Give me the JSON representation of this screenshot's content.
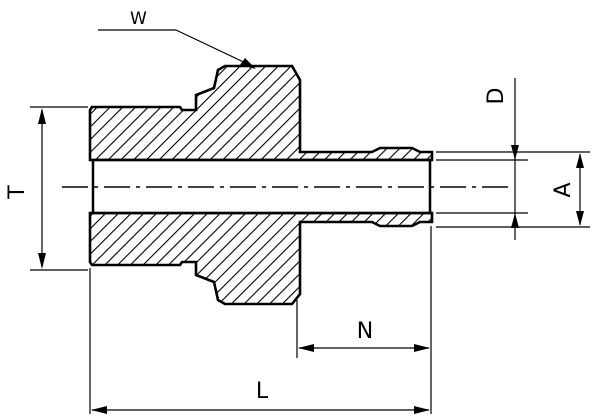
{
  "labels": {
    "w": "W",
    "d": "D",
    "t": "T",
    "a": "A",
    "n": "N",
    "l": "L"
  },
  "colors": {
    "ink": "#000000",
    "background": "#ffffff"
  }
}
